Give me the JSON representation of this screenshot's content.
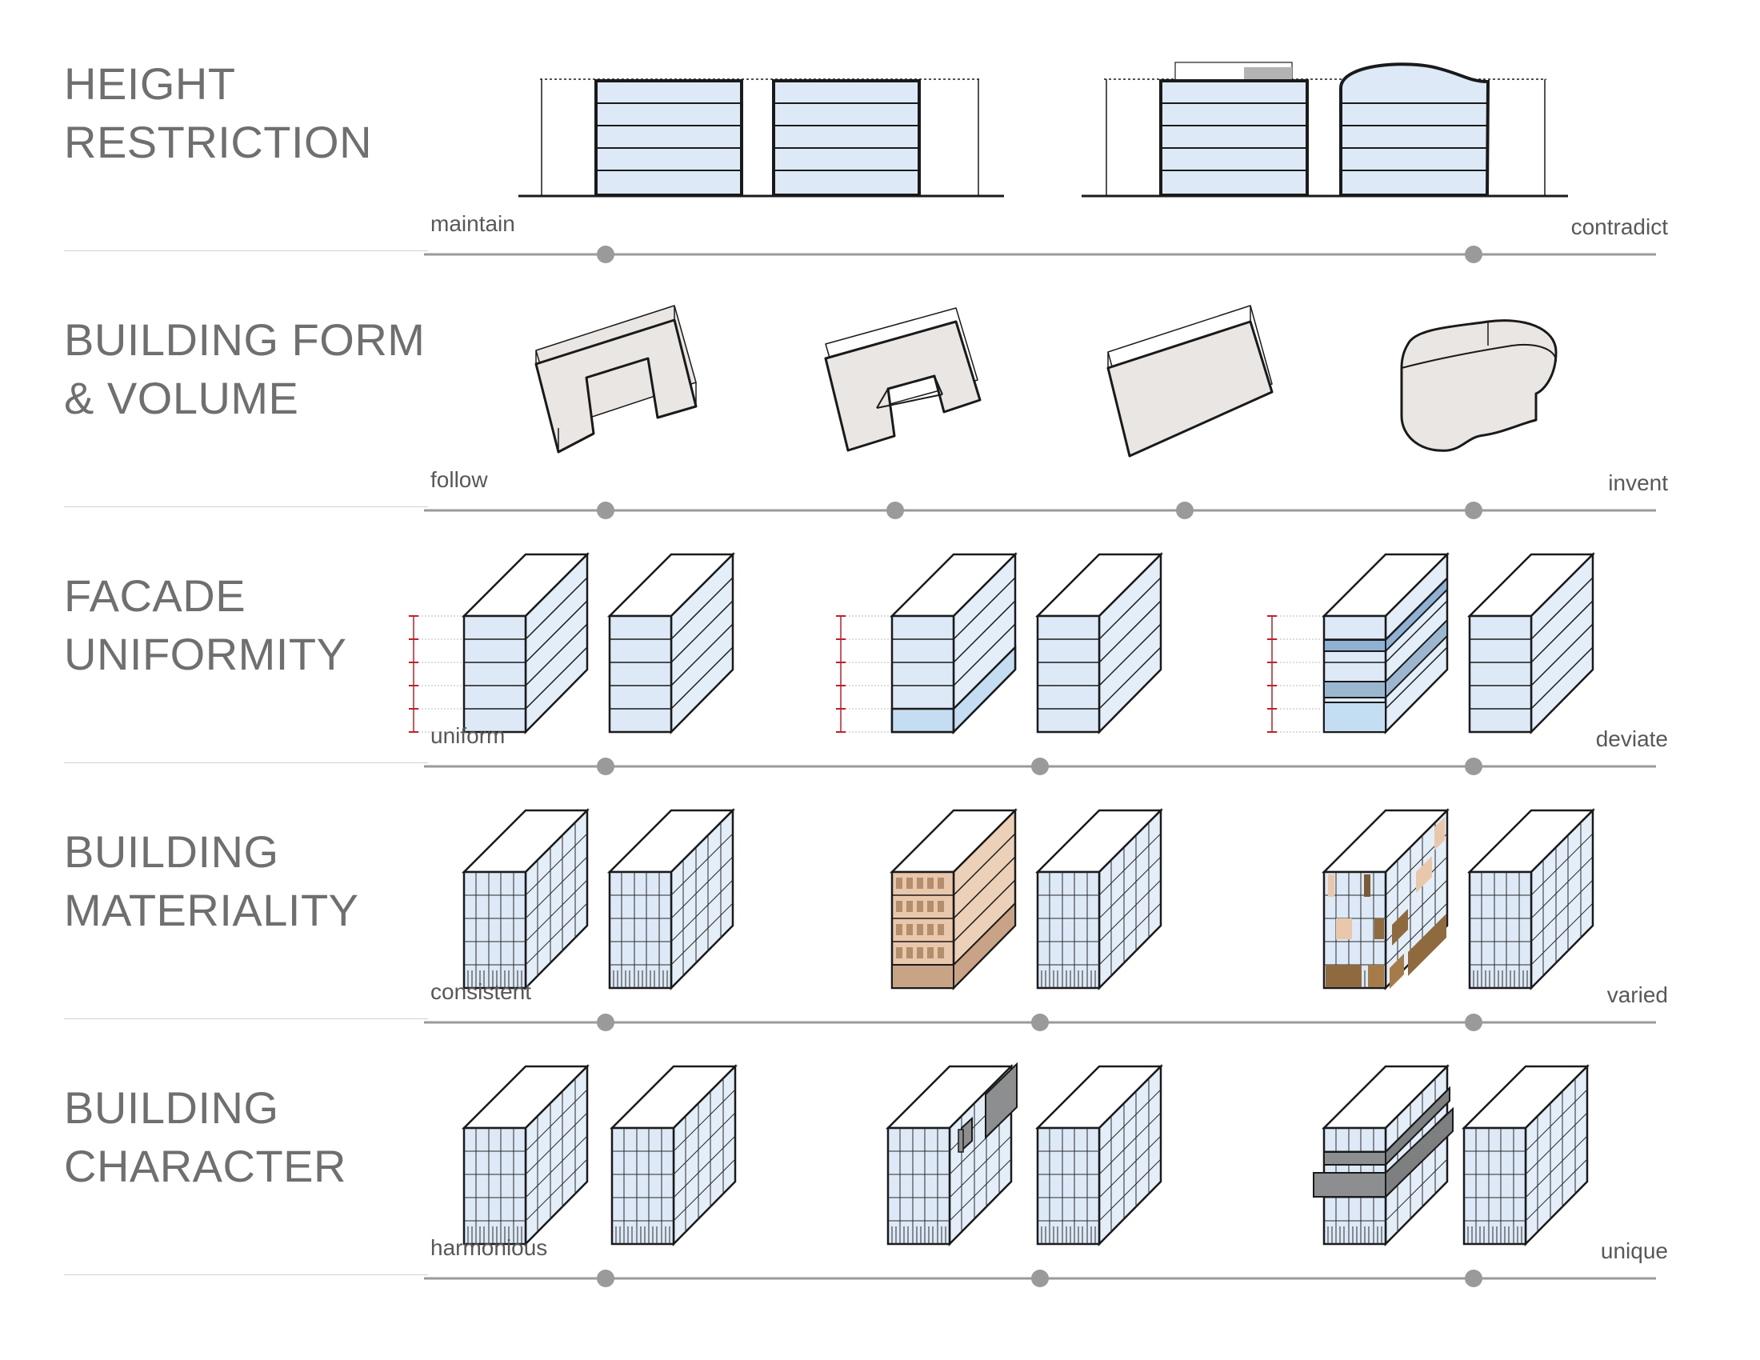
{
  "rows": [
    {
      "title_line1": "HEIGHT",
      "title_line2": "RESTRICTION",
      "left_label": "maintain",
      "right_label": "contradict",
      "stops": 2
    },
    {
      "title_line1": "BUILDING FORM",
      "title_line2": "& VOLUME",
      "left_label": "follow",
      "right_label": "invent",
      "stops": 4
    },
    {
      "title_line1": "FACADE",
      "title_line2": "UNIFORMITY",
      "left_label": "uniform",
      "right_label": "deviate",
      "stops": 3
    },
    {
      "title_line1": "BUILDING",
      "title_line2": "MATERIALITY",
      "left_label": "consistent",
      "right_label": "varied",
      "stops": 3
    },
    {
      "title_line1": "BUILDING",
      "title_line2": "CHARACTER",
      "left_label": "harmonious",
      "right_label": "unique",
      "stops": 3
    }
  ],
  "colors": {
    "title": "#6f6f6f",
    "scale_line": "#9a9a9a",
    "scale_dot": "#9a9a9a",
    "glass": "#dde9f7",
    "glass_side": "#cfe1f4",
    "solid_mass": "#e9e6e3",
    "brick": "#e5c3a6",
    "brick_dark": "#b89880",
    "wood": "#8f6a3f",
    "panel_gray": "#8c8e8f",
    "dimension_red": "#c21f2b"
  }
}
